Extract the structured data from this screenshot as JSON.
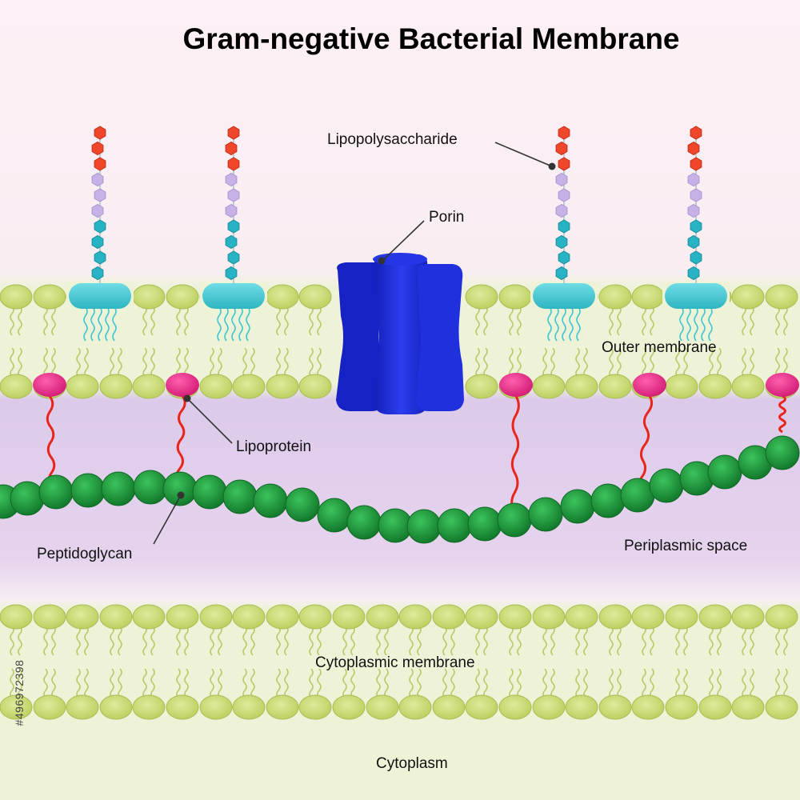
{
  "title": "Gram-negative Bacterial Membrane",
  "labels": {
    "lipopolysaccharide": "Lipopolysaccharide",
    "porin": "Porin",
    "outer_membrane": "Outer membrane",
    "lipoprotein": "Lipoprotein",
    "peptidoglycan": "Peptidoglycan",
    "periplasmic_space": "Periplasmic space",
    "cytoplasmic_membrane": "Cytoplasmic membrane",
    "cytoplasm": "Cytoplasm"
  },
  "watermark_id": "#496972398",
  "colors": {
    "background_top": "#fdf0f5",
    "membrane_band": "#eef3d8",
    "lipid_head": "#c9dc78",
    "lipid_head_stroke": "#a9bd55",
    "periplasm": "#dccaea",
    "peptidoglycan": "#1f9a3c",
    "lipoprotein_head": "#e8338a",
    "lipoprotein_tail": "#e8261c",
    "porin": "#1a2ad6",
    "lps_core": "#3ec7d3",
    "lps_chain_red": "#f0472c",
    "lps_chain_lilac": "#c7b2e8",
    "lps_chain_teal": "#27b3c4",
    "cytoplasm": "#eef3d8"
  }
}
